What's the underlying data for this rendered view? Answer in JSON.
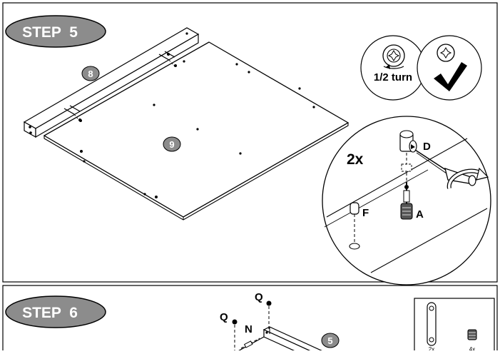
{
  "step5": {
    "label": "STEP  5",
    "parts": {
      "rail": "8",
      "panel": "9"
    },
    "hint": {
      "turn_label": "1/2 turn",
      "check_icon": "checkmark-icon",
      "cam_icon": "cam-lock-icon"
    },
    "detail": {
      "quantity": "2x",
      "label_d": "D",
      "label_f": "F",
      "label_a": "A"
    }
  },
  "step6": {
    "label": "STEP  6",
    "labels": {
      "q_top": "Q",
      "q_left": "Q",
      "n": "N"
    },
    "part": "5",
    "parts_box": {
      "qty_left": "2x",
      "qty_right": "4x"
    }
  },
  "colors": {
    "badge_fill": "#8c8c8c",
    "ink": "#000000",
    "paper": "#ffffff"
  }
}
